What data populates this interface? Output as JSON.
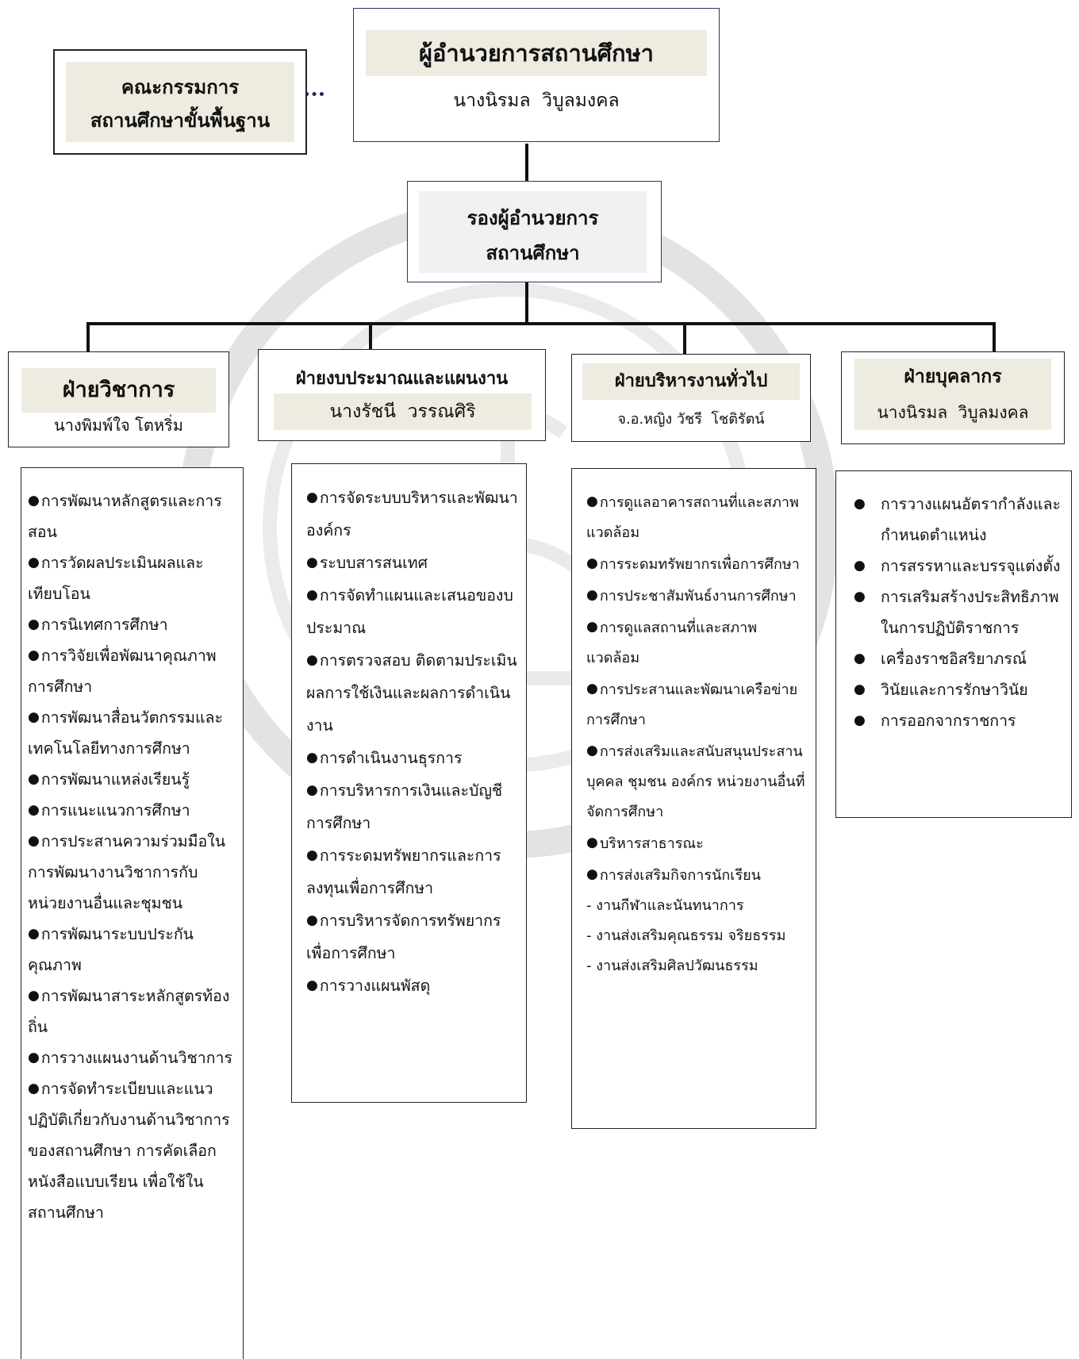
{
  "director": {
    "title": "ผู้อำนวยการสถานศึกษา",
    "name": "นางนิรมล  วิบูลมงคล"
  },
  "board": {
    "line1": "คณะกรรมการ",
    "line2": "สถานศึกษาขั้นพื้นฐาน"
  },
  "deputy": {
    "line1": "รองผู้อำนวยการ",
    "line2": "สถานศึกษา"
  },
  "depts": [
    {
      "title": "ฝ่ายวิชาการ",
      "head": "นางพิมพ์ใจ โตหริ่ม",
      "items": [
        "การพัฒนาหลักสูตรและการสอน",
        "การวัดผลประเมินผลและเทียบโอน",
        "การนิเทศการศึกษา",
        "การวิจัยเพื่อพัฒนาคุณภาพการศึกษา",
        "การพัฒนาสื่อนวัตกรรมและเทคโนโลยีทางการศึกษา",
        "การพัฒนาแหล่งเรียนรู้",
        "การแนะแนวการศึกษา",
        "การประสานความร่วมมือในการพัฒนางานวิชาการกับหน่วยงานอื่นและชุมชน",
        "การพัฒนาระบบประกันคุณภาพ",
        "การพัฒนาสาระหลักสูตรท้องถิ่น",
        "การวางแผนงานด้านวิชาการ",
        "การจัดทำระเบียบและแนวปฏิบัติเกี่ยวกับงานด้านวิชาการของสถานศึกษา การคัดเลือกหนังสือแบบเรียน เพื่อใช้ในสถานศึกษา"
      ]
    },
    {
      "title": "ฝ่ายงบประมาณและแผนงาน",
      "head": "นางรัชนี  วรรณศิริ",
      "items": [
        "การจัดระบบบริหารและพัฒนาองค์กร",
        "ระบบสารสนเทศ",
        "การจัดทำแผนและเสนอของบประมาณ",
        "การตรวจสอบ ติดตามประเมินผลการใช้เงินและผลการดำเนินงาน",
        "การดำเนินงานธุรการ",
        "การบริหารการเงินและบัญชีการศึกษา",
        "การระดมทรัพยากรและการลงทุนเพื่อการศึกษา",
        "การบริหารจัดการทรัพยากรเพื่อการศึกษา",
        "การวางแผนพัสดุ"
      ]
    },
    {
      "title": "ฝ่ายบริหารงานทั่วไป",
      "head": "จ.อ.หญิง วัชรี  โชติรัตน์",
      "items": [
        "การดูแลอาคารสถานที่และสภาพแวดล้อม",
        "การระดมทรัพยากรเพื่อการศึกษา",
        "การประชาสัมพันธ์งานการศึกษา",
        "การดูแลสถานที่และสภาพแวดล้อม",
        "การประสานและพัฒนาเครือข่ายการศึกษา",
        "การส่งเสริมและสนับสนุนประสาน บุคคล  ชุมชน องค์กร หน่วยงานอื่นที่จัดการศึกษา",
        "บริหารสาธารณะ",
        "การส่งเสริมกิจการนักเรียน"
      ],
      "subitems": [
        "- งานกีฬาและนันทนาการ",
        "- งานส่งเสริมคุณธรรม จริยธรรม",
        "- งานส่งเสริมศิลปวัฒนธรรม"
      ]
    },
    {
      "title": "ฝ่ายบุคลากร",
      "head": "นางนิรมล  วิบูลมงคล",
      "items": [
        "การวางแผนอัตรากำลังและกำหนดตำแหน่ง",
        "การสรรหาและบรรจุแต่งตั้ง",
        "การเสริมสร้างประสิทธิภาพในการปฏิบัติราชการ",
        "เครื่องราชอิสริยาภรณ์",
        "วินัยและการรักษาวินัย",
        "การออกจากราชการ"
      ]
    }
  ],
  "bullet": "●"
}
